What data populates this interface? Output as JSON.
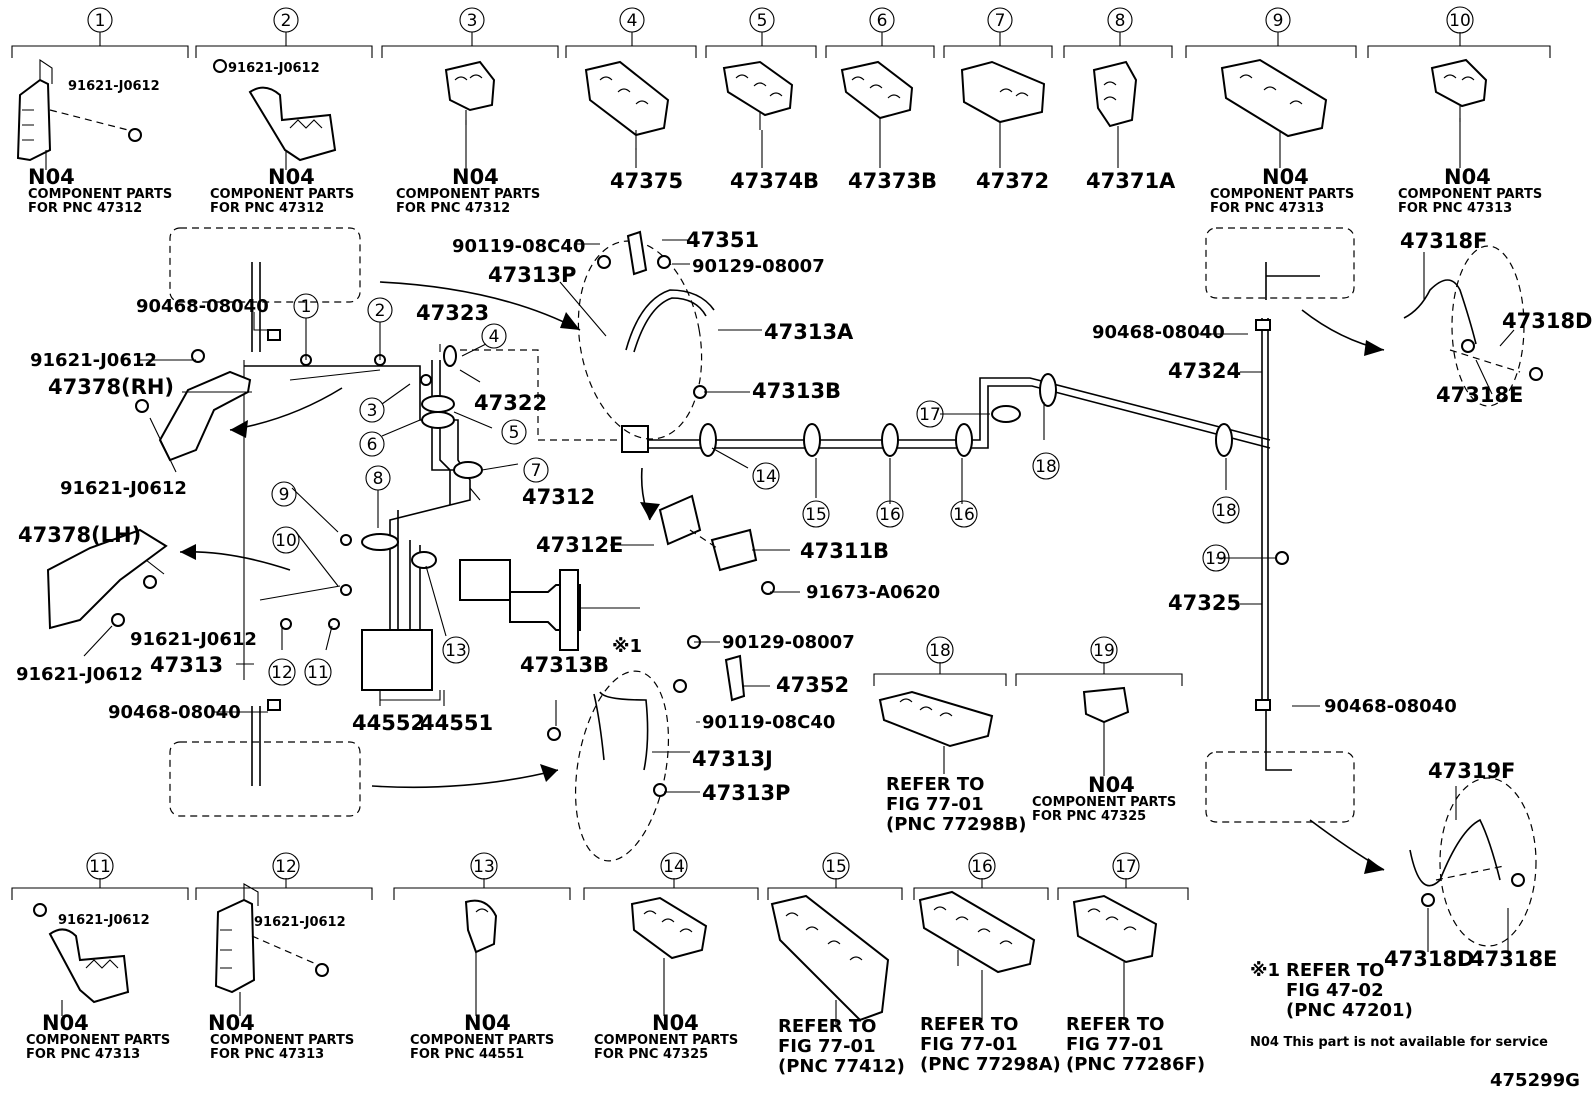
{
  "headers": {
    "top": [
      {
        "n": "1",
        "items": [
          "91621-J0612"
        ],
        "note": "N04",
        "comp": "COMPONENT PARTS",
        "pnc": "FOR PNC 47312"
      },
      {
        "n": "2",
        "items": [
          "91621-J0612"
        ],
        "note": "N04",
        "comp": "COMPONENT PARTS",
        "pnc": "FOR PNC 47312"
      },
      {
        "n": "3",
        "items": [],
        "note": "N04",
        "comp": "COMPONENT PARTS",
        "pnc": "FOR PNC 47312"
      },
      {
        "n": "4",
        "items": [],
        "note": "47375",
        "comp": "",
        "pnc": ""
      },
      {
        "n": "5",
        "items": [],
        "note": "47374B",
        "comp": "",
        "pnc": ""
      },
      {
        "n": "6",
        "items": [],
        "note": "47373B",
        "comp": "",
        "pnc": ""
      },
      {
        "n": "7",
        "items": [],
        "note": "47372",
        "comp": "",
        "pnc": ""
      },
      {
        "n": "8",
        "items": [],
        "note": "47371A",
        "comp": "",
        "pnc": ""
      },
      {
        "n": "9",
        "items": [],
        "note": "N04",
        "comp": "COMPONENT PARTS",
        "pnc": "FOR PNC 47313"
      },
      {
        "n": "10",
        "items": [],
        "note": "N04",
        "comp": "COMPONENT PARTS",
        "pnc": "FOR PNC 47313"
      }
    ],
    "bottom": [
      {
        "n": "11",
        "items": [
          "91621-J0612"
        ],
        "note": "N04",
        "comp": "COMPONENT PARTS",
        "pnc": "FOR PNC 47313"
      },
      {
        "n": "12",
        "items": [
          "91621-J0612"
        ],
        "note": "N04",
        "comp": "COMPONENT PARTS",
        "pnc": "FOR PNC 47313"
      },
      {
        "n": "13",
        "items": [],
        "note": "N04",
        "comp": "COMPONENT PARTS",
        "pnc": "FOR PNC 44551"
      },
      {
        "n": "14",
        "items": [],
        "note": "N04",
        "comp": "COMPONENT PARTS",
        "pnc": "FOR PNC 47325"
      },
      {
        "n": "15",
        "items": [],
        "note": "REFER TO",
        "comp": "FIG 77-01",
        "pnc": "(PNC 77412)"
      },
      {
        "n": "16",
        "items": [],
        "note": "REFER TO",
        "comp": "FIG 77-01",
        "pnc": "(PNC 77298A)"
      },
      {
        "n": "17",
        "items": [],
        "note": "REFER TO",
        "comp": "FIG 77-01",
        "pnc": "(PNC 77286F)"
      }
    ],
    "mid": [
      {
        "n": "18",
        "note": "REFER TO",
        "comp": "FIG 77-01",
        "pnc": "(PNC 77298B)"
      },
      {
        "n": "19",
        "note": "N04",
        "comp": "COMPONENT PARTS",
        "pnc": "FOR PNC 47325"
      }
    ]
  },
  "labels": {
    "l90119a": "90119-08C40",
    "l47351": "47351",
    "l90129a": "90129-08007",
    "l47313P_top": "47313P",
    "l47313A": "47313A",
    "l47313B_top": "47313B",
    "l47323": "47323",
    "l47322": "47322",
    "l90468_left_top": "90468-08040",
    "l91621_a": "91621-J0612",
    "l47378RH": "47378(RH)",
    "l91621_b": "91621-J0612",
    "l47312": "47312",
    "l47312E": "47312E",
    "l47311B": "47311B",
    "l91673": "91673-A0620",
    "l47378LH": "47378(LH)",
    "l91621_c": "91621-J0612",
    "l91621_d": "91621-J0612",
    "l47313": "47313",
    "l90468_left_bot": "90468-08040",
    "l44552": "44552",
    "l44551": "44551",
    "l47313B_bot": "47313B",
    "l90129b": "90129-08007",
    "l47352": "47352",
    "l90119b": "90119-08C40",
    "l47313J": "47313J",
    "l47313P_bot": "47313P",
    "l47318F": "47318F",
    "l47318D_top": "47318D",
    "l47318E_top": "47318E",
    "l90468_right_top": "90468-08040",
    "l47324": "47324",
    "l47325": "47325",
    "l90468_right_bot": "90468-08040",
    "l47319F": "47319F",
    "l47318D_bot": "47318D",
    "l47318E_bot": "47318E",
    "mark1": "※1"
  },
  "circles": {
    "c1": "1",
    "c2": "2",
    "c3": "3",
    "c4": "4",
    "c5": "5",
    "c6": "6",
    "c7": "7",
    "c8": "8",
    "c9": "9",
    "c10": "10",
    "c11": "11",
    "c12": "12",
    "c13": "13",
    "c14": "14",
    "c15": "15",
    "c16a": "16",
    "c16b": "16",
    "c17": "17",
    "c18a": "18",
    "c18b": "18",
    "c19": "19"
  },
  "notes": {
    "ref_mark": "※1",
    "ref_line1": "REFER TO",
    "ref_line2": "FIG 47-02",
    "ref_line3": "(PNC 47201)",
    "n04_note": "N04 This part is not available for service",
    "fig_id": "475299G"
  }
}
